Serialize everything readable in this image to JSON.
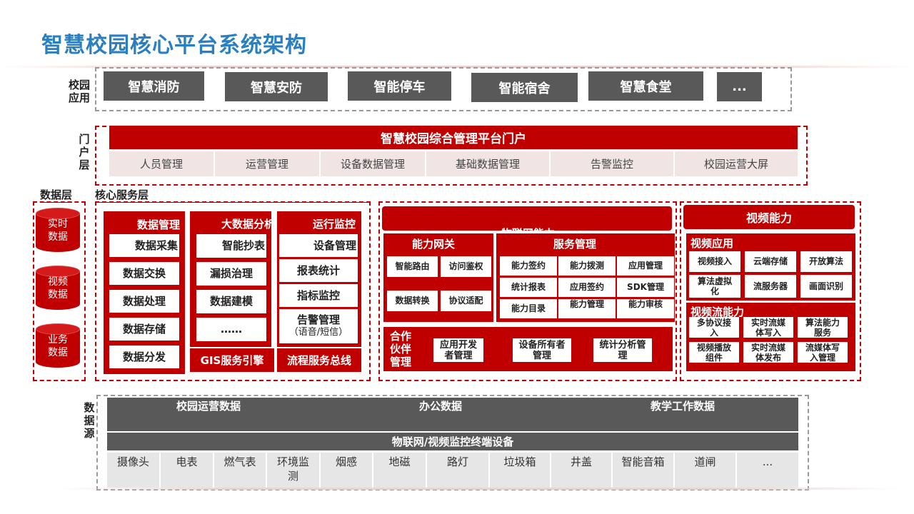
{
  "page_title": "智慧校园核心平台系统架构",
  "campus_app": {
    "label": "校园\n应用",
    "items": [
      "智慧消防",
      "智慧安防",
      "智能停车",
      "智能宿舍",
      "智慧食堂",
      "..."
    ]
  },
  "portal": {
    "label": "门\n户\n层",
    "title": "智慧校园综合管理平台门户",
    "items": [
      "人员管理",
      "运营管理",
      "设备数据管理",
      "基础数据管理",
      "告警监控",
      "校园运营大屏"
    ]
  },
  "data_layer": {
    "label": "数据层",
    "items": [
      "实时\n数据",
      "视频\n数据",
      "业务\n数据"
    ]
  },
  "core": {
    "label": "核心服务层",
    "data_mgmt": {
      "title": "数据管理",
      "items": [
        "数据采集",
        "数据交换",
        "数据处理",
        "数据存储",
        "数据分发"
      ]
    },
    "bigdata": {
      "title": "大数据分析",
      "items": [
        "智能抄表",
        "漏损治理",
        "数据建模",
        "……"
      ]
    },
    "ops": {
      "title": "运行监控",
      "items": [
        "设备管理",
        "报表统计",
        "指标监控"
      ],
      "alarm": "告警管理",
      "alarm_sub": "（语音/短信）"
    },
    "gis": "GIS服务引擎",
    "flow": "流程服务总线"
  },
  "iot": {
    "title": "物联网能力",
    "gateway": {
      "title": "能力网关",
      "items": [
        "智能路由",
        "访问鉴权",
        "数据转换",
        "协议适配"
      ]
    },
    "service": {
      "title": "服务管理",
      "items": [
        "能力签约",
        "能力拨测",
        "应用管理",
        "统计报表",
        "应用签约",
        "SDK管理",
        "能力目录",
        "能力管理",
        "能力审核"
      ]
    },
    "partner": {
      "title": "合作\n伙伴\n管理",
      "items": [
        "应用开发\n者管理",
        "设备所有者\n管理",
        "统计分析管\n理"
      ]
    }
  },
  "video": {
    "title": "视频能力",
    "app": {
      "title": "视频应用",
      "items": [
        "视频接入",
        "云端存储",
        "开放算法",
        "算法虚拟\n化",
        "流服务器",
        "画面识别"
      ]
    },
    "stream": {
      "title": "视频流能力",
      "items": [
        "多协议接\n入",
        "实时流媒\n体写入",
        "算法能力\n服务",
        "视频播放\n组件",
        "实时流媒\n体发布",
        "流媒体写\n入管理"
      ]
    }
  },
  "source": {
    "label": "数\n据\n源",
    "top": [
      "校园运营数据",
      "办公数据",
      "教学工作数据"
    ],
    "iot_bar": "物联网/视频监控终端设备",
    "devices": [
      "摄像头",
      "电表",
      "燃气表",
      "环境监\n测",
      "烟感",
      "地磁",
      "路灯",
      "垃圾箱",
      "井盖",
      "智能音箱",
      "道闸",
      "..."
    ]
  },
  "colors": {
    "title": "#2a7fc1",
    "red": "#c00000",
    "gray": "#595959"
  }
}
